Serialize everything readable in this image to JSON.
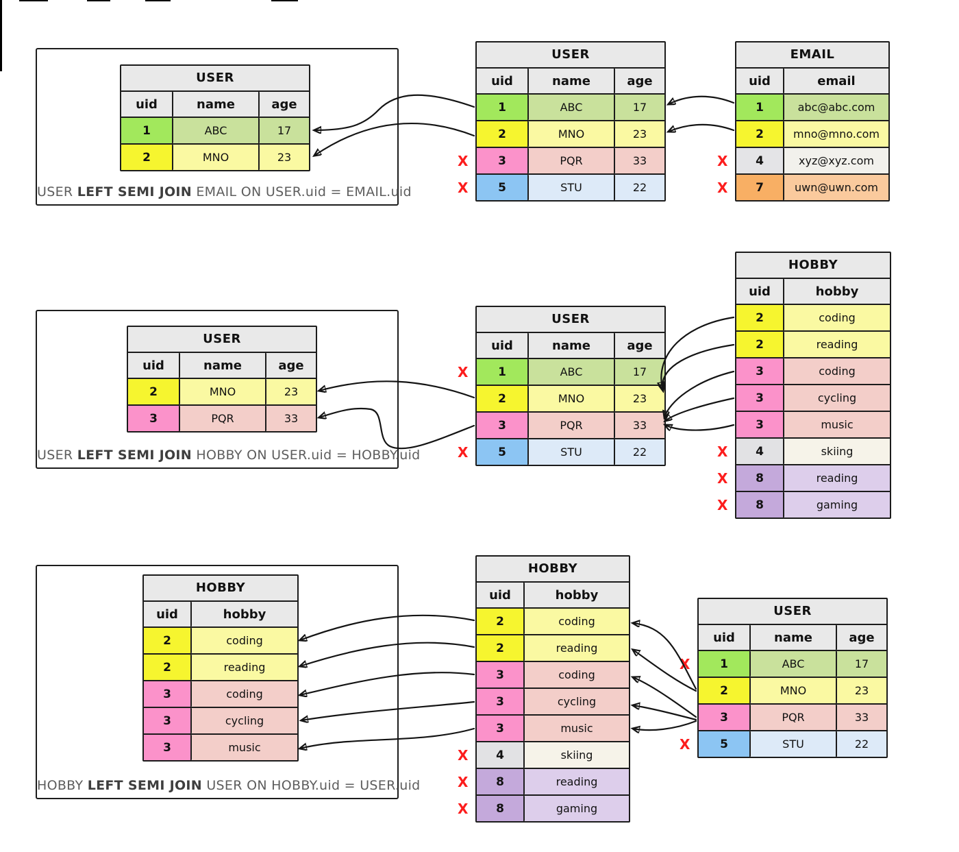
{
  "x_mark": "X",
  "x_color": "#FC1D1D",
  "border_color": "#1b1b1b",
  "header_bg": "#E9E9E9",
  "palette": {
    "green": {
      "uid": "#A2E85C",
      "cell": "#C9E19C"
    },
    "yellow": {
      "uid": "#F6F52F",
      "cell": "#FAF9A2"
    },
    "pink": {
      "uid": "#FB92CA",
      "cell": "#F3CEC9"
    },
    "blue": {
      "uid": "#8CC5F3",
      "cell": "#DDEAF8"
    },
    "gray": {
      "uid": "#E4E4E7",
      "cell": "#F2F1EC"
    },
    "cream": {
      "uid": "#E2E2E4",
      "cell": "#F6F3E9"
    },
    "purple": {
      "uid": "#C4A9DB",
      "cell": "#DDCEEB"
    },
    "orange": {
      "uid": "#F8AF64",
      "cell": "#FACA9D"
    }
  },
  "sections": [
    {
      "caption": {
        "pre": "USER ",
        "bold": "LEFT SEMI JOIN",
        "post": " EMAIL ON USER.uid = EMAIL.uid"
      },
      "tables": [
        {
          "title": "USER",
          "columns": [
            "uid",
            "name",
            "age"
          ],
          "rows": [
            {
              "cells": [
                "1",
                "ABC",
                "17"
              ],
              "color": "green",
              "excluded": false
            },
            {
              "cells": [
                "2",
                "MNO",
                "23"
              ],
              "color": "yellow",
              "excluded": false
            }
          ]
        },
        {
          "title": "USER",
          "columns": [
            "uid",
            "name",
            "age"
          ],
          "rows": [
            {
              "cells": [
                "1",
                "ABC",
                "17"
              ],
              "color": "green",
              "excluded": false
            },
            {
              "cells": [
                "2",
                "MNO",
                "23"
              ],
              "color": "yellow",
              "excluded": false
            },
            {
              "cells": [
                "3",
                "PQR",
                "33"
              ],
              "color": "pink",
              "excluded": true
            },
            {
              "cells": [
                "5",
                "STU",
                "22"
              ],
              "color": "blue",
              "excluded": true
            }
          ]
        },
        {
          "title": "EMAIL",
          "columns": [
            "uid",
            "email"
          ],
          "rows": [
            {
              "cells": [
                "1",
                "abc@abc.com"
              ],
              "color": "green",
              "excluded": false
            },
            {
              "cells": [
                "2",
                "mno@mno.com"
              ],
              "color": "yellow",
              "excluded": false
            },
            {
              "cells": [
                "4",
                "xyz@xyz.com"
              ],
              "color": "gray",
              "excluded": true
            },
            {
              "cells": [
                "7",
                "uwn@uwn.com"
              ],
              "color": "orange",
              "excluded": true
            }
          ]
        }
      ]
    },
    {
      "caption": {
        "pre": "USER ",
        "bold": "LEFT SEMI JOIN",
        "post": " HOBBY ON USER.uid = HOBBY.uid"
      },
      "tables": [
        {
          "title": "USER",
          "columns": [
            "uid",
            "name",
            "age"
          ],
          "rows": [
            {
              "cells": [
                "2",
                "MNO",
                "23"
              ],
              "color": "yellow",
              "excluded": false
            },
            {
              "cells": [
                "3",
                "PQR",
                "33"
              ],
              "color": "pink",
              "excluded": false
            }
          ]
        },
        {
          "title": "USER",
          "columns": [
            "uid",
            "name",
            "age"
          ],
          "rows": [
            {
              "cells": [
                "1",
                "ABC",
                "17"
              ],
              "color": "green",
              "excluded": true
            },
            {
              "cells": [
                "2",
                "MNO",
                "23"
              ],
              "color": "yellow",
              "excluded": false
            },
            {
              "cells": [
                "3",
                "PQR",
                "33"
              ],
              "color": "pink",
              "excluded": false
            },
            {
              "cells": [
                "5",
                "STU",
                "22"
              ],
              "color": "blue",
              "excluded": true
            }
          ]
        },
        {
          "title": "HOBBY",
          "columns": [
            "uid",
            "hobby"
          ],
          "rows": [
            {
              "cells": [
                "2",
                "coding"
              ],
              "color": "yellow",
              "excluded": false
            },
            {
              "cells": [
                "2",
                "reading"
              ],
              "color": "yellow",
              "excluded": false
            },
            {
              "cells": [
                "3",
                "coding"
              ],
              "color": "pink",
              "excluded": false
            },
            {
              "cells": [
                "3",
                "cycling"
              ],
              "color": "pink",
              "excluded": false
            },
            {
              "cells": [
                "3",
                "music"
              ],
              "color": "pink",
              "excluded": false
            },
            {
              "cells": [
                "4",
                "skiing"
              ],
              "color": "cream",
              "excluded": true
            },
            {
              "cells": [
                "8",
                "reading"
              ],
              "color": "purple",
              "excluded": true
            },
            {
              "cells": [
                "8",
                "gaming"
              ],
              "color": "purple",
              "excluded": true
            }
          ]
        }
      ]
    },
    {
      "caption": {
        "pre": "HOBBY ",
        "bold": "LEFT SEMI JOIN",
        "post": " USER ON HOBBY.uid = USER.uid"
      },
      "tables": [
        {
          "title": "HOBBY",
          "columns": [
            "uid",
            "hobby"
          ],
          "rows": [
            {
              "cells": [
                "2",
                "coding"
              ],
              "color": "yellow",
              "excluded": false
            },
            {
              "cells": [
                "2",
                "reading"
              ],
              "color": "yellow",
              "excluded": false
            },
            {
              "cells": [
                "3",
                "coding"
              ],
              "color": "pink",
              "excluded": false
            },
            {
              "cells": [
                "3",
                "cycling"
              ],
              "color": "pink",
              "excluded": false
            },
            {
              "cells": [
                "3",
                "music"
              ],
              "color": "pink",
              "excluded": false
            }
          ]
        },
        {
          "title": "HOBBY",
          "columns": [
            "uid",
            "hobby"
          ],
          "rows": [
            {
              "cells": [
                "2",
                "coding"
              ],
              "color": "yellow",
              "excluded": false
            },
            {
              "cells": [
                "2",
                "reading"
              ],
              "color": "yellow",
              "excluded": false
            },
            {
              "cells": [
                "3",
                "coding"
              ],
              "color": "pink",
              "excluded": false
            },
            {
              "cells": [
                "3",
                "cycling"
              ],
              "color": "pink",
              "excluded": false
            },
            {
              "cells": [
                "3",
                "music"
              ],
              "color": "pink",
              "excluded": false
            },
            {
              "cells": [
                "4",
                "skiing"
              ],
              "color": "cream",
              "excluded": true
            },
            {
              "cells": [
                "8",
                "reading"
              ],
              "color": "purple",
              "excluded": true
            },
            {
              "cells": [
                "8",
                "gaming"
              ],
              "color": "purple",
              "excluded": true
            }
          ]
        },
        {
          "title": "USER",
          "columns": [
            "uid",
            "name",
            "age"
          ],
          "rows": [
            {
              "cells": [
                "1",
                "ABC",
                "17"
              ],
              "color": "green",
              "excluded": true
            },
            {
              "cells": [
                "2",
                "MNO",
                "23"
              ],
              "color": "yellow",
              "excluded": false
            },
            {
              "cells": [
                "3",
                "PQR",
                "33"
              ],
              "color": "pink",
              "excluded": false
            },
            {
              "cells": [
                "5",
                "STU",
                "22"
              ],
              "color": "blue",
              "excluded": true
            }
          ]
        }
      ]
    }
  ]
}
